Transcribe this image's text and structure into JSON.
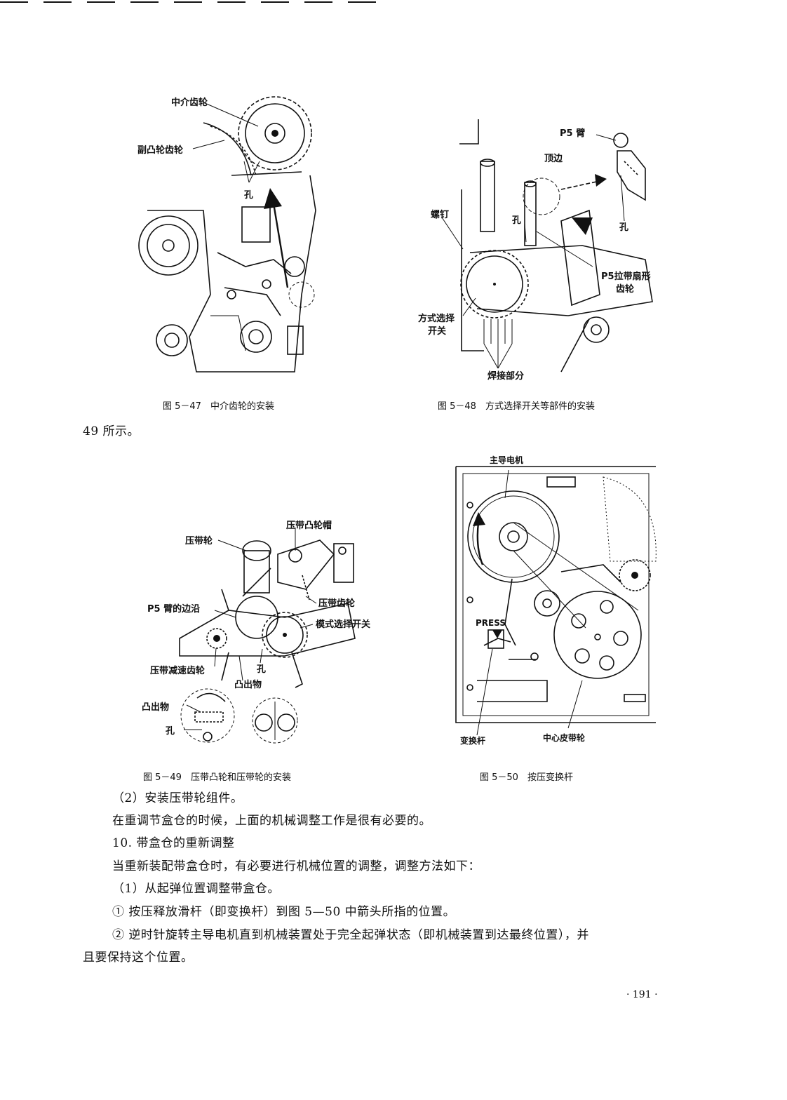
{
  "figures": {
    "fig47": {
      "caption": "图 5－47　中介齿轮的安装",
      "labels": {
        "idler_gear": "中介齿轮",
        "sub_cam_gear": "副凸轮齿轮",
        "hole": "孔"
      }
    },
    "fig48": {
      "caption": "图 5－48　方式选择开关等部件的安装",
      "labels": {
        "p5_arm": "P5 臂",
        "top_edge": "顶边",
        "screw": "螺钉",
        "hole": "孔",
        "hole2": "孔",
        "p5_sector_gear_1": "P5拉带扇形",
        "p5_sector_gear_2": "齿轮",
        "mode_switch_1": "方式选择",
        "mode_switch_2": "开关",
        "solder": "焊接部分"
      }
    },
    "fig49": {
      "caption": "图 5－49　压带凸轮和压带轮的安装",
      "labels": {
        "pinch_roller": "压带轮",
        "pinch_cam_cap": "压带凸轮帽",
        "p5_arm_edge": "P5 臂的边沿",
        "pinch_gear": "压带齿轮",
        "mode_switch": "模式选择开关",
        "pinch_reduction_gear": "压带减速齿轮",
        "hole": "孔",
        "protrusion": "凸出物",
        "protrusion2": "凸出物",
        "hole2": "孔"
      }
    },
    "fig50": {
      "caption": "图 5－50　按压变换杆",
      "labels": {
        "capstan_motor": "主导电机",
        "press": "PRESS",
        "shift_lever": "变换杆",
        "center_belt_pulley": "中心皮带轮"
      }
    }
  },
  "text": {
    "fragment": "49 所示。",
    "p1": "（2）安装压带轮组件。",
    "p2": "在重调节盒仓的时候，上面的机械调整工作是很有必要的。",
    "p3": "10. 带盒仓的重新调整",
    "p4": "当重新装配带盒仓时，有必要进行机械位置的调整，调整方法如下：",
    "p5": "（1）从起弹位置调整带盒仓。",
    "p6": "① 按压释放滑杆（即变换杆）到图 5—50 中箭头所指的位置。",
    "p7": "② 逆时针旋转主导电机直到机械装置处于完全起弹状态（即机械装置到达最终位置），并",
    "p8": "且要保持这个位置。"
  },
  "page_number": "· 191 ·"
}
